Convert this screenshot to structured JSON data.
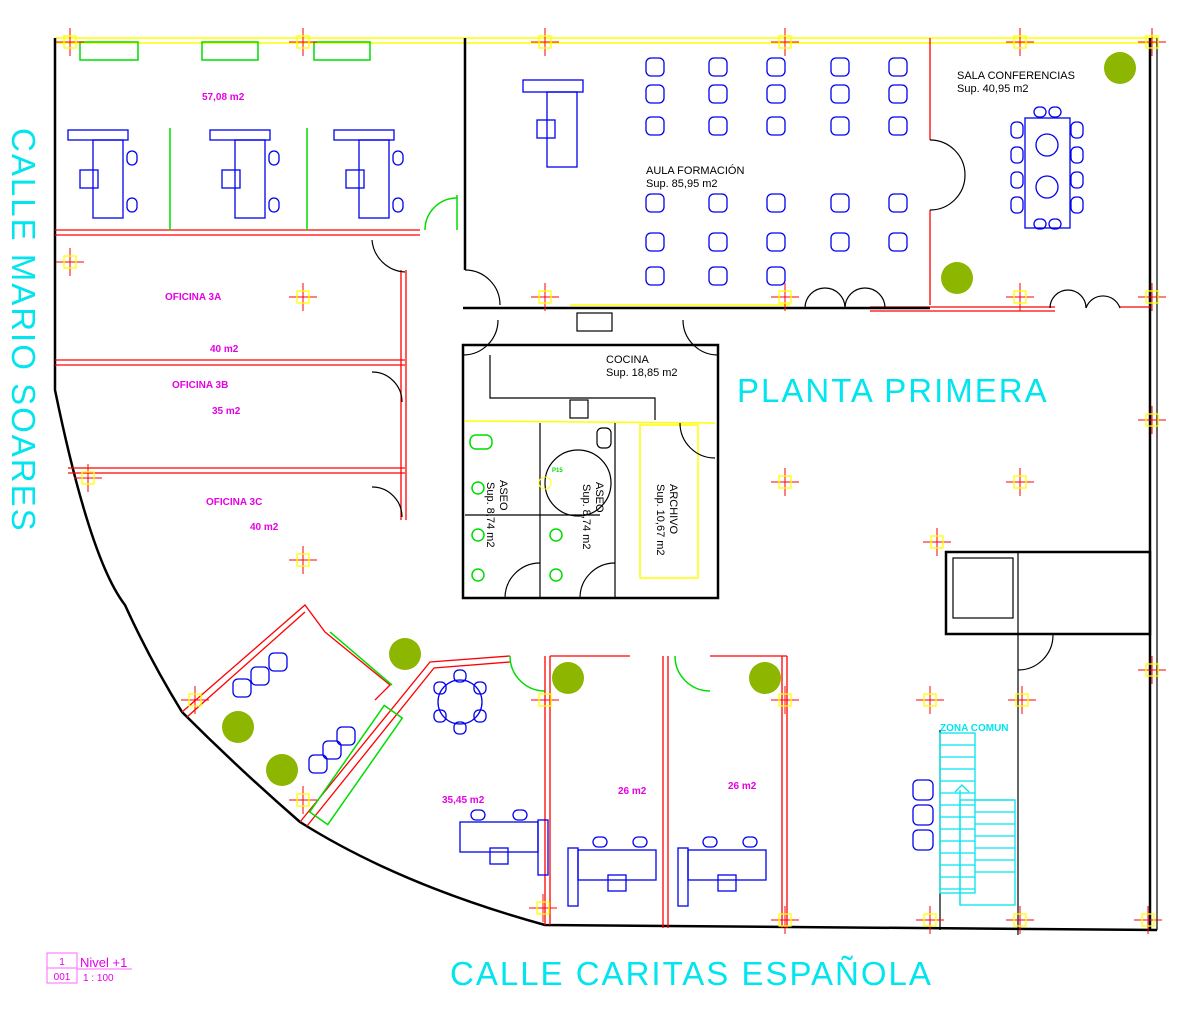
{
  "plan": {
    "title": "PLANTA PRIMERA",
    "street_left": "CALLE MARIO SOARES",
    "street_bottom": "CALLE CARITAS ESPAÑOLA",
    "rooms": {
      "office_top_area": "57,08 m2",
      "oficina_3a": "OFICINA 3A",
      "oficina_3a_area": "40 m2",
      "oficina_3b": "OFICINA 3B",
      "oficina_3b_area": "35 m2",
      "oficina_3c": "OFICINA 3C",
      "oficina_3c_area": "40 m2",
      "aula_name": "AULA FORMACIÓN",
      "aula_area": "Sup. 85,95  m2",
      "sala_name": "SALA CONFERENCIAS",
      "sala_area": "Sup. 40,95  m2",
      "cocina_name": "COCINA",
      "cocina_area": "Sup. 18,85  m2",
      "aseo1_name": "ASEO",
      "aseo1_area": "Sup. 8,74  m2",
      "aseo2_name": "ASEO",
      "aseo2_area": "Sup. 8,74  m2",
      "archivo_name": "ARCHIVO",
      "archivo_area": "Sup. 10,67  m2",
      "p15": "P15",
      "office_bl_area": "35,45 m2",
      "office_bm_area": "26 m2",
      "office_br_area": "26 m2",
      "zona_comun": "ZONA COMUN"
    },
    "title_block": {
      "number": "1",
      "sheet": "001",
      "level": "Nivel +1",
      "scale": "1 : 100"
    },
    "colors": {
      "walls": "#000000",
      "partitions": "#ff0000",
      "furniture": "#0000ee",
      "labels": "#e600e6",
      "annotations": "#00e5ee",
      "plants": "#8db600"
    }
  }
}
